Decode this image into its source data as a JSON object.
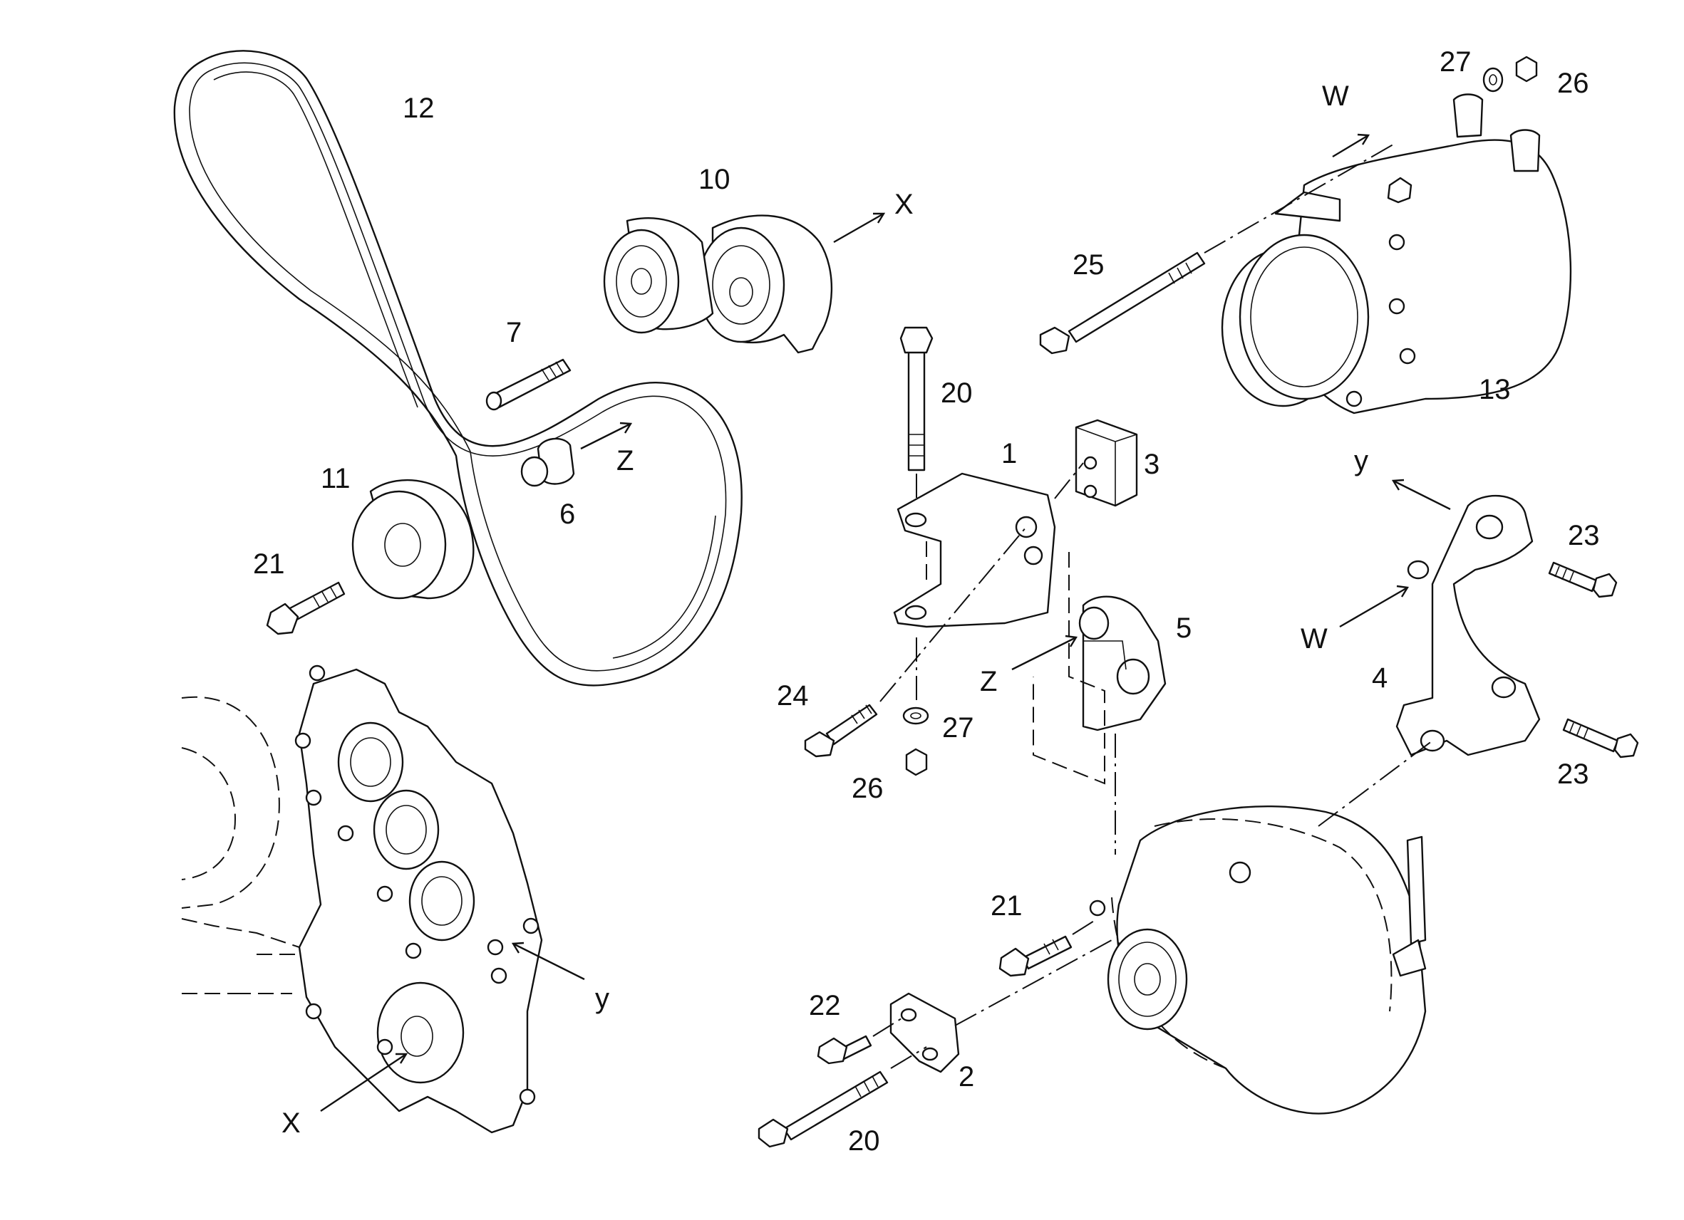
{
  "colors": {
    "line": "#111111",
    "background": "#ffffff"
  },
  "parts": {
    "p1": "1",
    "p2": "2",
    "p3": "3",
    "p4": "4",
    "p5": "5",
    "p6": "6",
    "p7": "7",
    "p10": "10",
    "p11": "11",
    "p12": "12",
    "p13": "13",
    "p20_top": "20",
    "p20_bottom": "20",
    "p21_left": "21",
    "p21_right": "21",
    "p22": "22",
    "p23_top": "23",
    "p23_bottom": "23",
    "p24": "24",
    "p25": "25",
    "p26_top": "26",
    "p26_mid": "26",
    "p27_top": "27",
    "p27_mid": "27"
  },
  "views": {
    "x_tensioner": "X",
    "x_engine": "X",
    "z_belt": "Z",
    "z_bracket": "Z",
    "w_compressor": "W",
    "w_bracket": "W",
    "y_bracket": "y",
    "y_engine": "y"
  }
}
